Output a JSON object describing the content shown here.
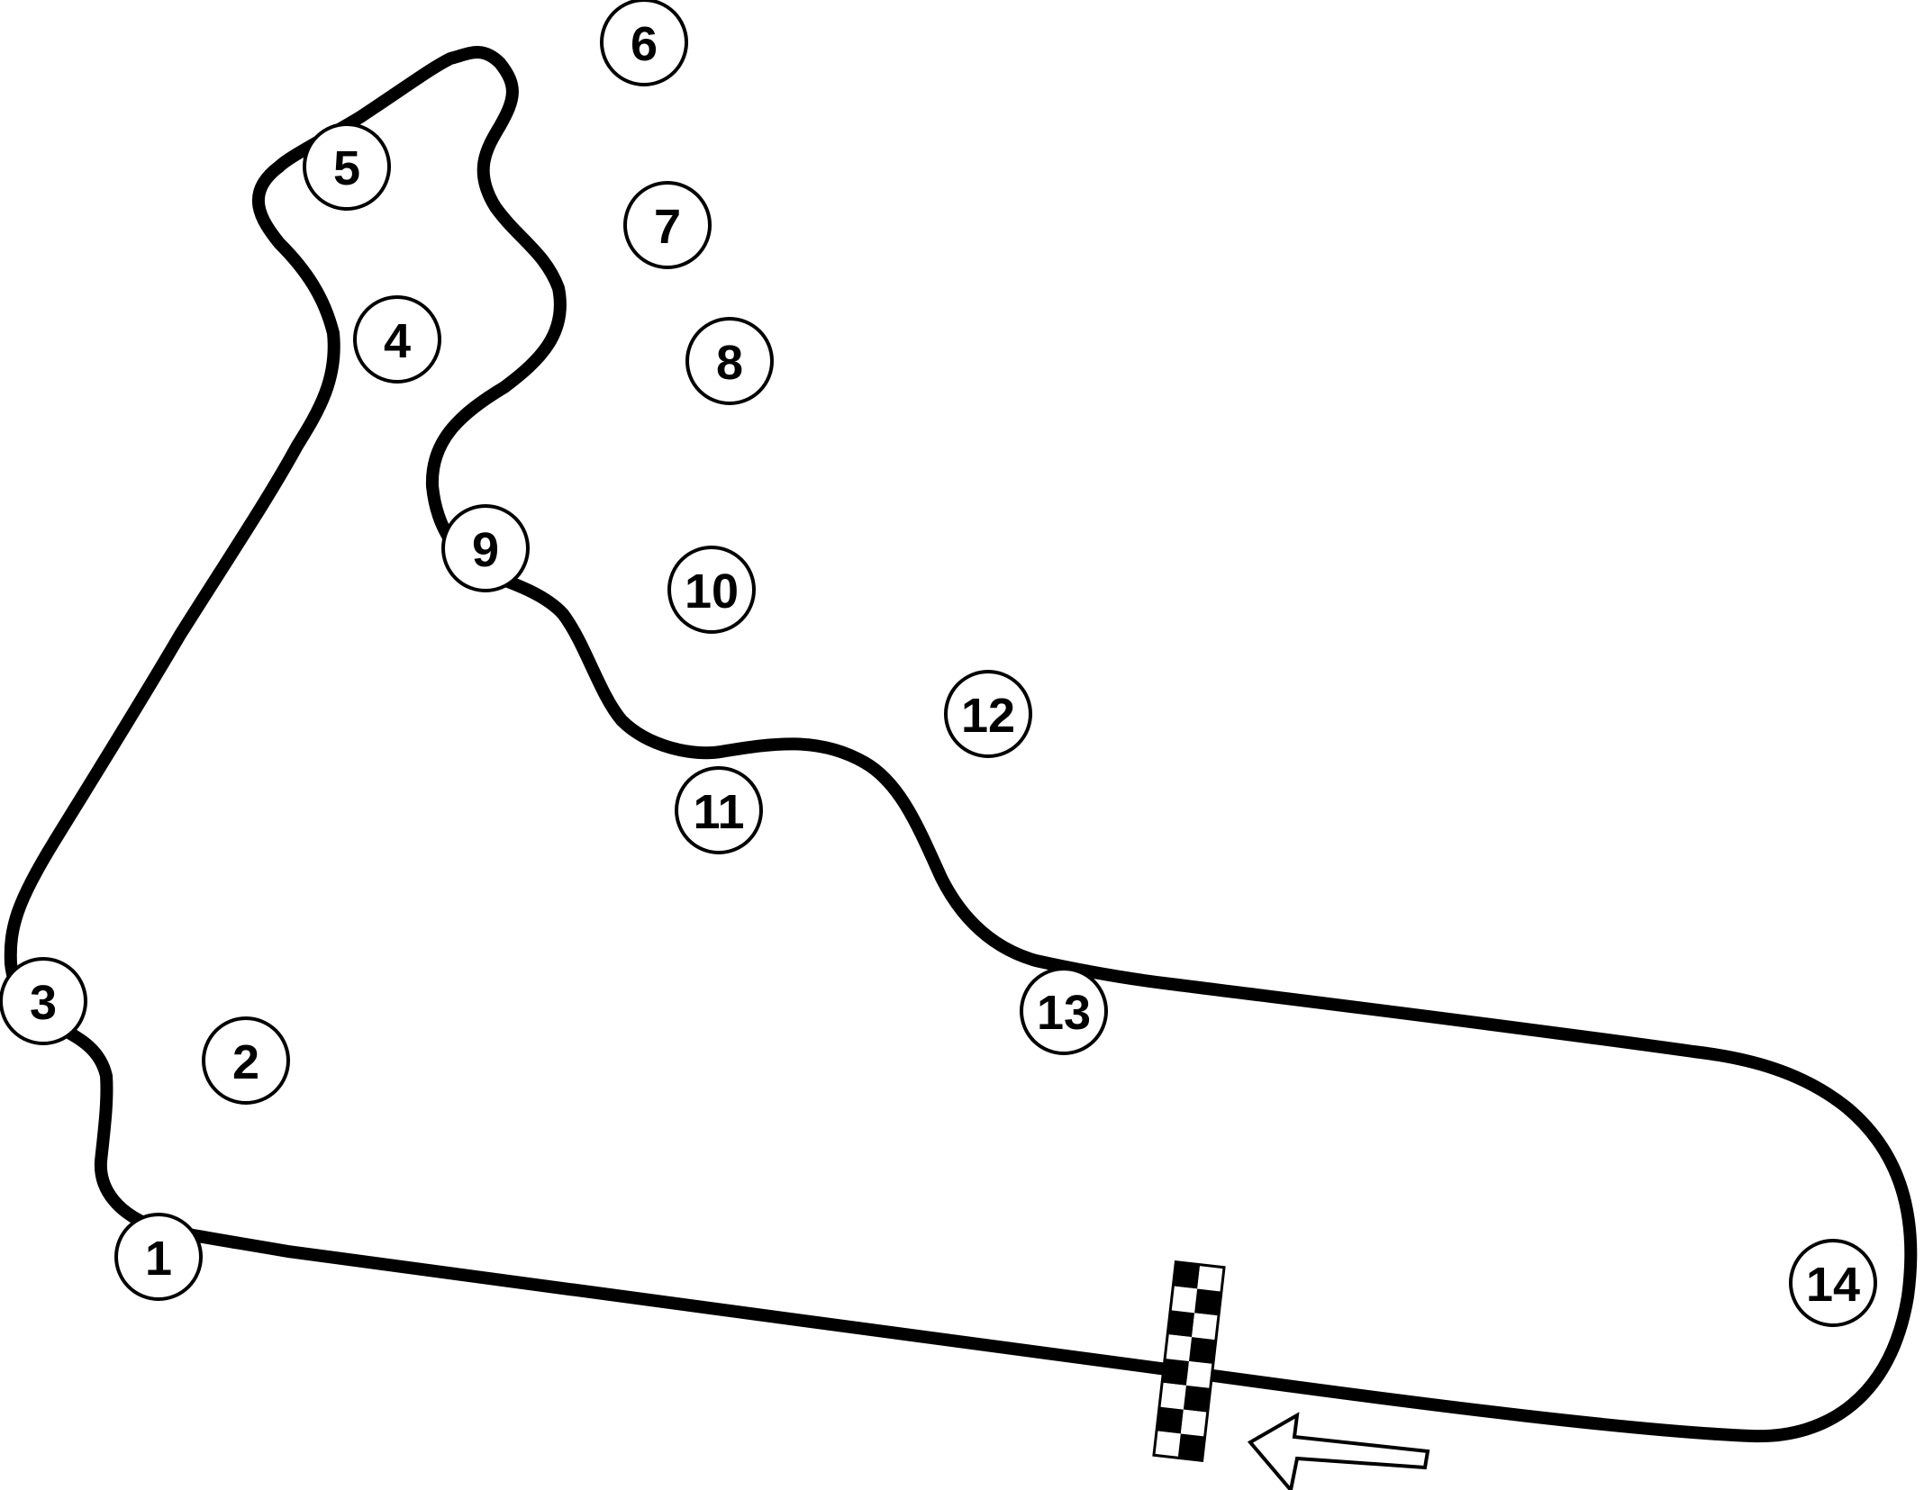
{
  "colors": {
    "track": "#000000",
    "background": "#ffffff",
    "marker_stroke": "#000000",
    "marker_text": "#000000",
    "flag_dark": "#000000",
    "flag_light": "#ffffff"
  },
  "icons": {
    "finish_line": "checkered-flag-icon",
    "direction": "direction-arrow-icon"
  },
  "turns": [
    {
      "label": "1"
    },
    {
      "label": "2"
    },
    {
      "label": "3"
    },
    {
      "label": "4"
    },
    {
      "label": "5"
    },
    {
      "label": "6"
    },
    {
      "label": "7"
    },
    {
      "label": "8"
    },
    {
      "label": "9"
    },
    {
      "label": "10"
    },
    {
      "label": "11"
    },
    {
      "label": "12"
    },
    {
      "label": "13"
    },
    {
      "label": "14"
    }
  ]
}
